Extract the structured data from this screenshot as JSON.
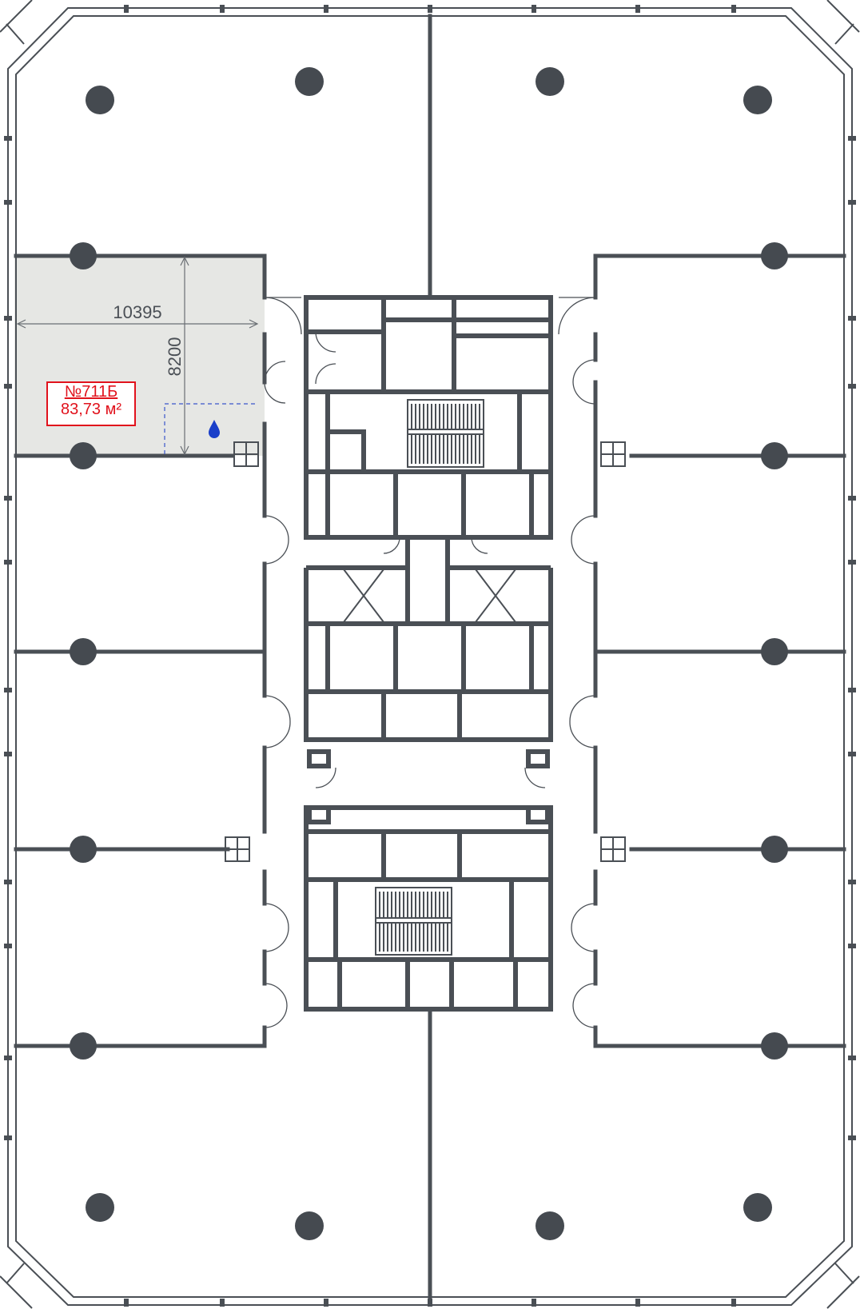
{
  "unit": {
    "number": "№711Б",
    "area": "83,73 м²",
    "width_mm": "10395",
    "depth_mm": "8200",
    "highlight_color": "#e6e7e4",
    "label_color": "#e1121c"
  },
  "icons": {
    "water": "water-drop-icon"
  },
  "colors": {
    "walls": "#4a4f55",
    "columns": "#454a50",
    "water": "#1a3fc9"
  }
}
